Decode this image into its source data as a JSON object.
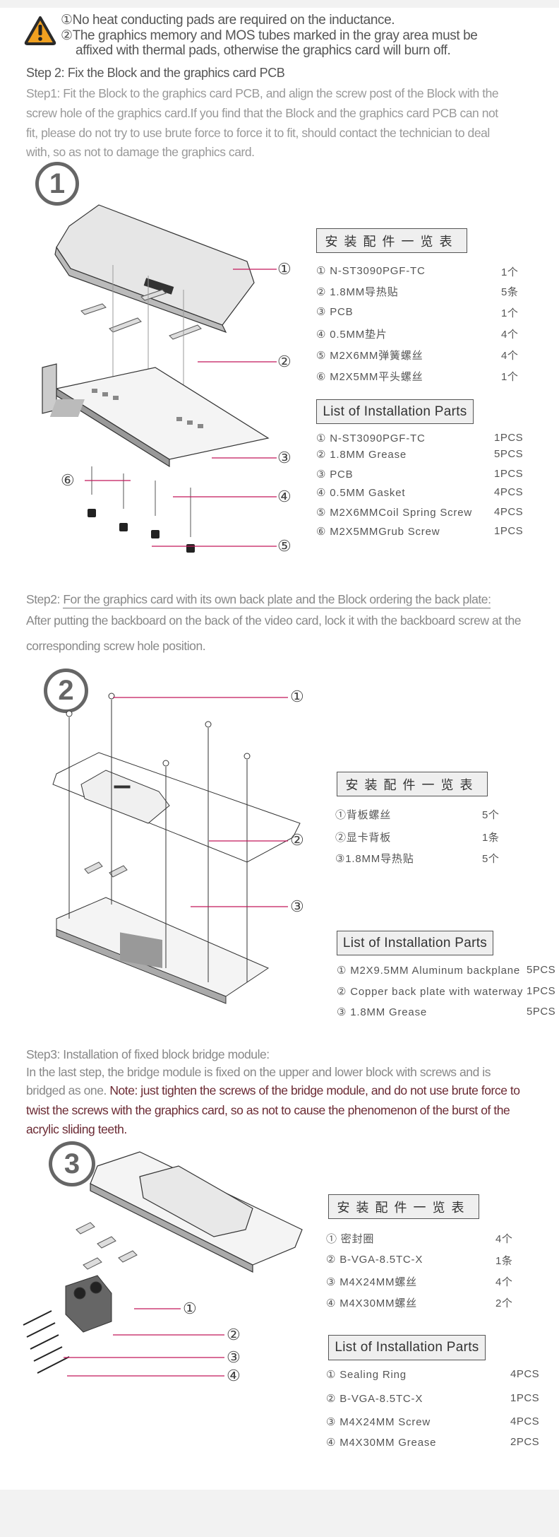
{
  "warning": {
    "icon": "warning-triangle-icon",
    "line1": "①No heat conducting pads are required on the inductance.",
    "line2": "②The graphics memory and MOS tubes marked in the gray area must be",
    "line3": "affixed with thermal pads, otherwise the graphics card will burn off."
  },
  "step2_heading": "Step 2: Fix the Block and the graphics card PCB",
  "step1": {
    "lines": [
      "Step1: Fit the Block to the graphics card PCB, and align the screw post of the Block with the",
      "screw hole of the graphics card.If you find that the Block and the graphics card PCB can not",
      "fit, please do not try to use brute force to force it to fit, should contact the technician to deal",
      "with, so as not to damage the graphics card."
    ],
    "badge": "1",
    "callouts": [
      "①",
      "②",
      "③",
      "④",
      "⑤",
      "⑥"
    ],
    "cn_title": "安装配件一览表",
    "cn_items": [
      {
        "name": "①  N-ST3090PGF-TC",
        "qty": "1个"
      },
      {
        "name": "②  1.8MM导热贴",
        "qty": "5条"
      },
      {
        "name": "③  PCB",
        "qty": "1个"
      },
      {
        "name": "④  0.5MM垫片",
        "qty": "4个"
      },
      {
        "name": "⑤  M2X6MM弹簧螺丝",
        "qty": "4个"
      },
      {
        "name": "⑥  M2X5MM平头螺丝",
        "qty": "1个"
      }
    ],
    "en_title": "List of Installation Parts",
    "en_items": [
      {
        "name": "① N-ST3090PGF-TC",
        "qty": "1PCS"
      },
      {
        "name": "②  1.8MM Grease",
        "qty": "5PCS"
      },
      {
        "name": "③  PCB",
        "qty": "1PCS"
      },
      {
        "name": "④  0.5MM Gasket",
        "qty": "4PCS"
      },
      {
        "name": "⑤  M2X6MMCoil  Spring  Screw",
        "qty": "4PCS"
      },
      {
        "name": "⑥  M2X5MMGrub  Screw",
        "qty": "1PCS"
      }
    ]
  },
  "step2": {
    "prefix": "Step2: ",
    "underlined": "For the graphics card with its own back plate and the Block ordering the back plate:",
    "line2": "After putting the backboard on the back of the video card, lock it with the backboard screw at the",
    "line3": "corresponding screw hole position.",
    "badge": "2",
    "callouts": [
      "①",
      "②",
      "③"
    ],
    "cn_title": "安装配件一览表",
    "cn_items": [
      {
        "name": "①背板螺丝",
        "qty": "5个"
      },
      {
        "name": "②显卡背板",
        "qty": "1条"
      },
      {
        "name": "③1.8MM导热贴",
        "qty": "5个"
      }
    ],
    "en_title": "List of Installation Parts",
    "en_items": [
      {
        "name": "① M2X9.5MM  Aluminum  backplane",
        "qty": "5PCS"
      },
      {
        "name": "② Copper back plate with waterway",
        "qty": "1PCS"
      },
      {
        "name": "③  1.8MM Grease",
        "qty": "5PCS"
      }
    ]
  },
  "step3": {
    "title": "Step3: Installation of fixed block bridge module:",
    "line1": "In the last step, the bridge module is fixed on the upper and lower block with screws and is",
    "line2_plain": "bridged as one. ",
    "line2_note": "Note: just tighten the screws of the bridge module, and do not use brute force to",
    "line3_note": "twist the screws with the graphics card, so as not to cause the phenomenon of the burst of the",
    "line4_note": "acrylic sliding teeth.",
    "badge": "3",
    "callouts": [
      "①",
      "②",
      "③",
      "④"
    ],
    "cn_title": "安装配件一览表",
    "cn_items": [
      {
        "name": "①  密封圈",
        "qty": "4个"
      },
      {
        "name": "②  B-VGA-8.5TC-X",
        "qty": "1条"
      },
      {
        "name": "③  M4X24MM螺丝",
        "qty": "4个"
      },
      {
        "name": "④   M4X30MM螺丝",
        "qty": "2个"
      }
    ],
    "en_title": "List of Installation Parts",
    "en_items": [
      {
        "name": "①  Sealing  Ring",
        "qty": "4PCS"
      },
      {
        "name": "②  B-VGA-8.5TC-X",
        "qty": "1PCS"
      },
      {
        "name": "③  M4X24MM Screw",
        "qty": "4PCS"
      },
      {
        "name": "④  M4X30MM Grease",
        "qty": "2PCS"
      }
    ]
  },
  "colors": {
    "accent_leader": "#c2185b",
    "note": "#6b2a33",
    "warning": "#f0a020",
    "band": "#f2f2f2"
  }
}
